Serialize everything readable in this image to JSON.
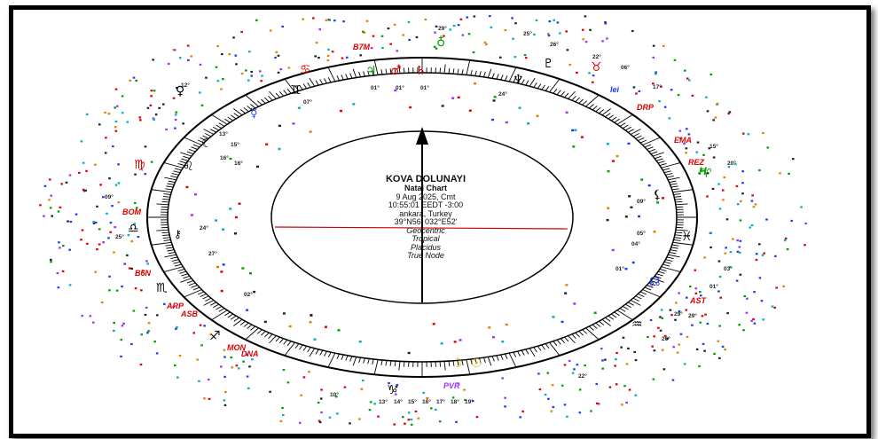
{
  "chart": {
    "title": "KOVA DOLUNAYI",
    "chart_type": "Natal Chart",
    "date": "9 Aug 2025, Cmt",
    "time": "10:55:01 EEDT -3:00",
    "place": "ankara, Turkey",
    "coords": "39°N56' 032°E52'",
    "settings": [
      "Geocentric",
      "Tropical",
      "Placidus",
      "True Node"
    ]
  },
  "colors": {
    "frame": "#000000",
    "axis": "#cc0000",
    "accent_red": "#e00000",
    "accent_blue": "#1a3cff",
    "accent_green": "#00a000",
    "accent_cyan": "#00b0c0"
  },
  "labels": [
    {
      "id": "b7m",
      "text": "B7M",
      "color": "#e00000"
    },
    {
      "id": "drp",
      "text": "DRP",
      "color": "#e00000"
    },
    {
      "id": "ema",
      "text": "EMA",
      "color": "#e00000"
    },
    {
      "id": "rez",
      "text": "REZ",
      "color": "#e00000"
    },
    {
      "id": "bom",
      "text": "BOM",
      "color": "#e00000"
    },
    {
      "id": "b6n",
      "text": "B6N",
      "color": "#e00000"
    },
    {
      "id": "arp",
      "text": "ARP",
      "color": "#e00000"
    },
    {
      "id": "asb",
      "text": "ASB",
      "color": "#e00000"
    },
    {
      "id": "mon",
      "text": "MON",
      "color": "#e00000"
    },
    {
      "id": "dna",
      "text": "DNA",
      "color": "#e00000"
    },
    {
      "id": "ast",
      "text": "AST",
      "color": "#e00000"
    },
    {
      "id": "pvr",
      "text": "PVR",
      "color": "#9b30ff"
    },
    {
      "id": "lei",
      "text": "lei",
      "color": "#1a3cff"
    },
    {
      "id": "h",
      "text": "H",
      "color": "#00a000"
    }
  ],
  "degrees": [
    {
      "text": "29°"
    },
    {
      "text": "24°"
    },
    {
      "text": "01°"
    },
    {
      "text": "01°"
    },
    {
      "text": "01°"
    },
    {
      "text": "09°"
    },
    {
      "text": "05°"
    },
    {
      "text": "04°"
    },
    {
      "text": "01°"
    },
    {
      "text": "24°"
    },
    {
      "text": "27°"
    },
    {
      "text": "12°"
    },
    {
      "text": "07°"
    },
    {
      "text": "13°"
    },
    {
      "text": "15°"
    },
    {
      "text": "16°"
    },
    {
      "text": "16°"
    },
    {
      "text": "02°"
    },
    {
      "text": "10°"
    },
    {
      "text": "26°"
    },
    {
      "text": "29°"
    },
    {
      "text": "29°"
    },
    {
      "text": "01°"
    },
    {
      "text": "03°"
    },
    {
      "text": "13°"
    },
    {
      "text": "14°"
    },
    {
      "text": "15°"
    },
    {
      "text": "16°"
    },
    {
      "text": "17°"
    },
    {
      "text": "18°"
    },
    {
      "text": "19°"
    },
    {
      "text": "22°"
    },
    {
      "text": "25°"
    },
    {
      "text": "26°"
    },
    {
      "text": "06°"
    },
    {
      "text": "17°"
    },
    {
      "text": "22°"
    },
    {
      "text": "15°"
    },
    {
      "text": "20°"
    },
    {
      "text": "25°"
    },
    {
      "text": "09°"
    }
  ]
}
